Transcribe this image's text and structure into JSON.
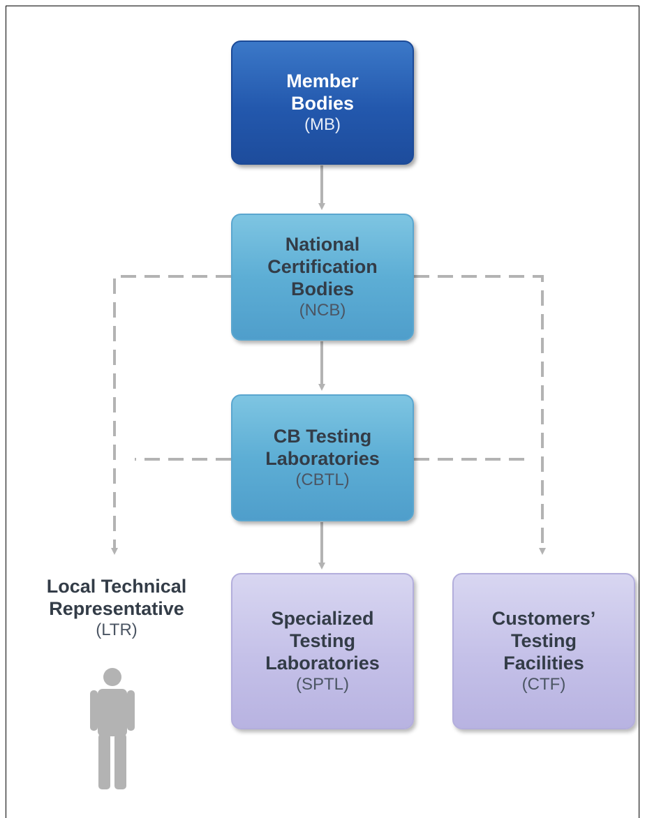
{
  "nodes": {
    "mb": {
      "line1": "Member",
      "line2": "Bodies",
      "abbr": "(MB)"
    },
    "ncb": {
      "line1": "National",
      "line2": "Certification",
      "line3": "Bodies",
      "abbr": "(NCB)"
    },
    "cbtl": {
      "line1": "CB Testing",
      "line2": "Laboratories",
      "abbr": "(CBTL)"
    },
    "sptl": {
      "line1": "Specialized",
      "line2": "Testing",
      "line3": "Laboratories",
      "abbr": "(SPTL)"
    },
    "ctf": {
      "line1": "Customers’",
      "line2": "Testing",
      "line3": "Facilities",
      "abbr": "(CTF)"
    },
    "ltr": {
      "line1": "Local Technical",
      "line2": "Representative",
      "abbr": "(LTR)"
    }
  },
  "colors": {
    "member_bodies": "#2358ad",
    "certification_and_labs": "#5daed5",
    "testing_facilities": "#c4c0e8",
    "connector": "#b3b3b3",
    "person_icon": "#b3b3b3"
  },
  "icons": {
    "person": "person-icon"
  }
}
